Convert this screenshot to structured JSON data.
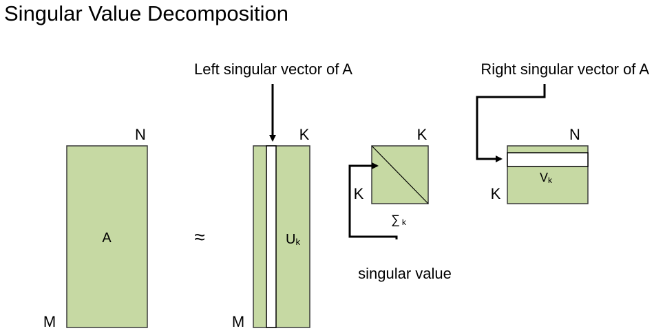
{
  "title": "Singular Value Decomposition",
  "matrix_a": {
    "name": "A",
    "rows": "M",
    "cols": "N"
  },
  "approx_symbol": "≈",
  "matrix_u": {
    "name": "U",
    "subscript": "k",
    "rows": "M",
    "cols": "K"
  },
  "matrix_sigma": {
    "name": "∑",
    "subscript": "k",
    "rows": "K",
    "cols": "K"
  },
  "matrix_v": {
    "name": "V",
    "subscript": "k",
    "rows": "K",
    "cols": "N"
  },
  "callouts": {
    "left_vector": "Left singular vector of A",
    "right_vector": "Right singular vector of A",
    "singular_value": "singular value"
  },
  "colors": {
    "matrix_fill": "#c6d9a3",
    "matrix_stroke": "#3a3a3a"
  }
}
